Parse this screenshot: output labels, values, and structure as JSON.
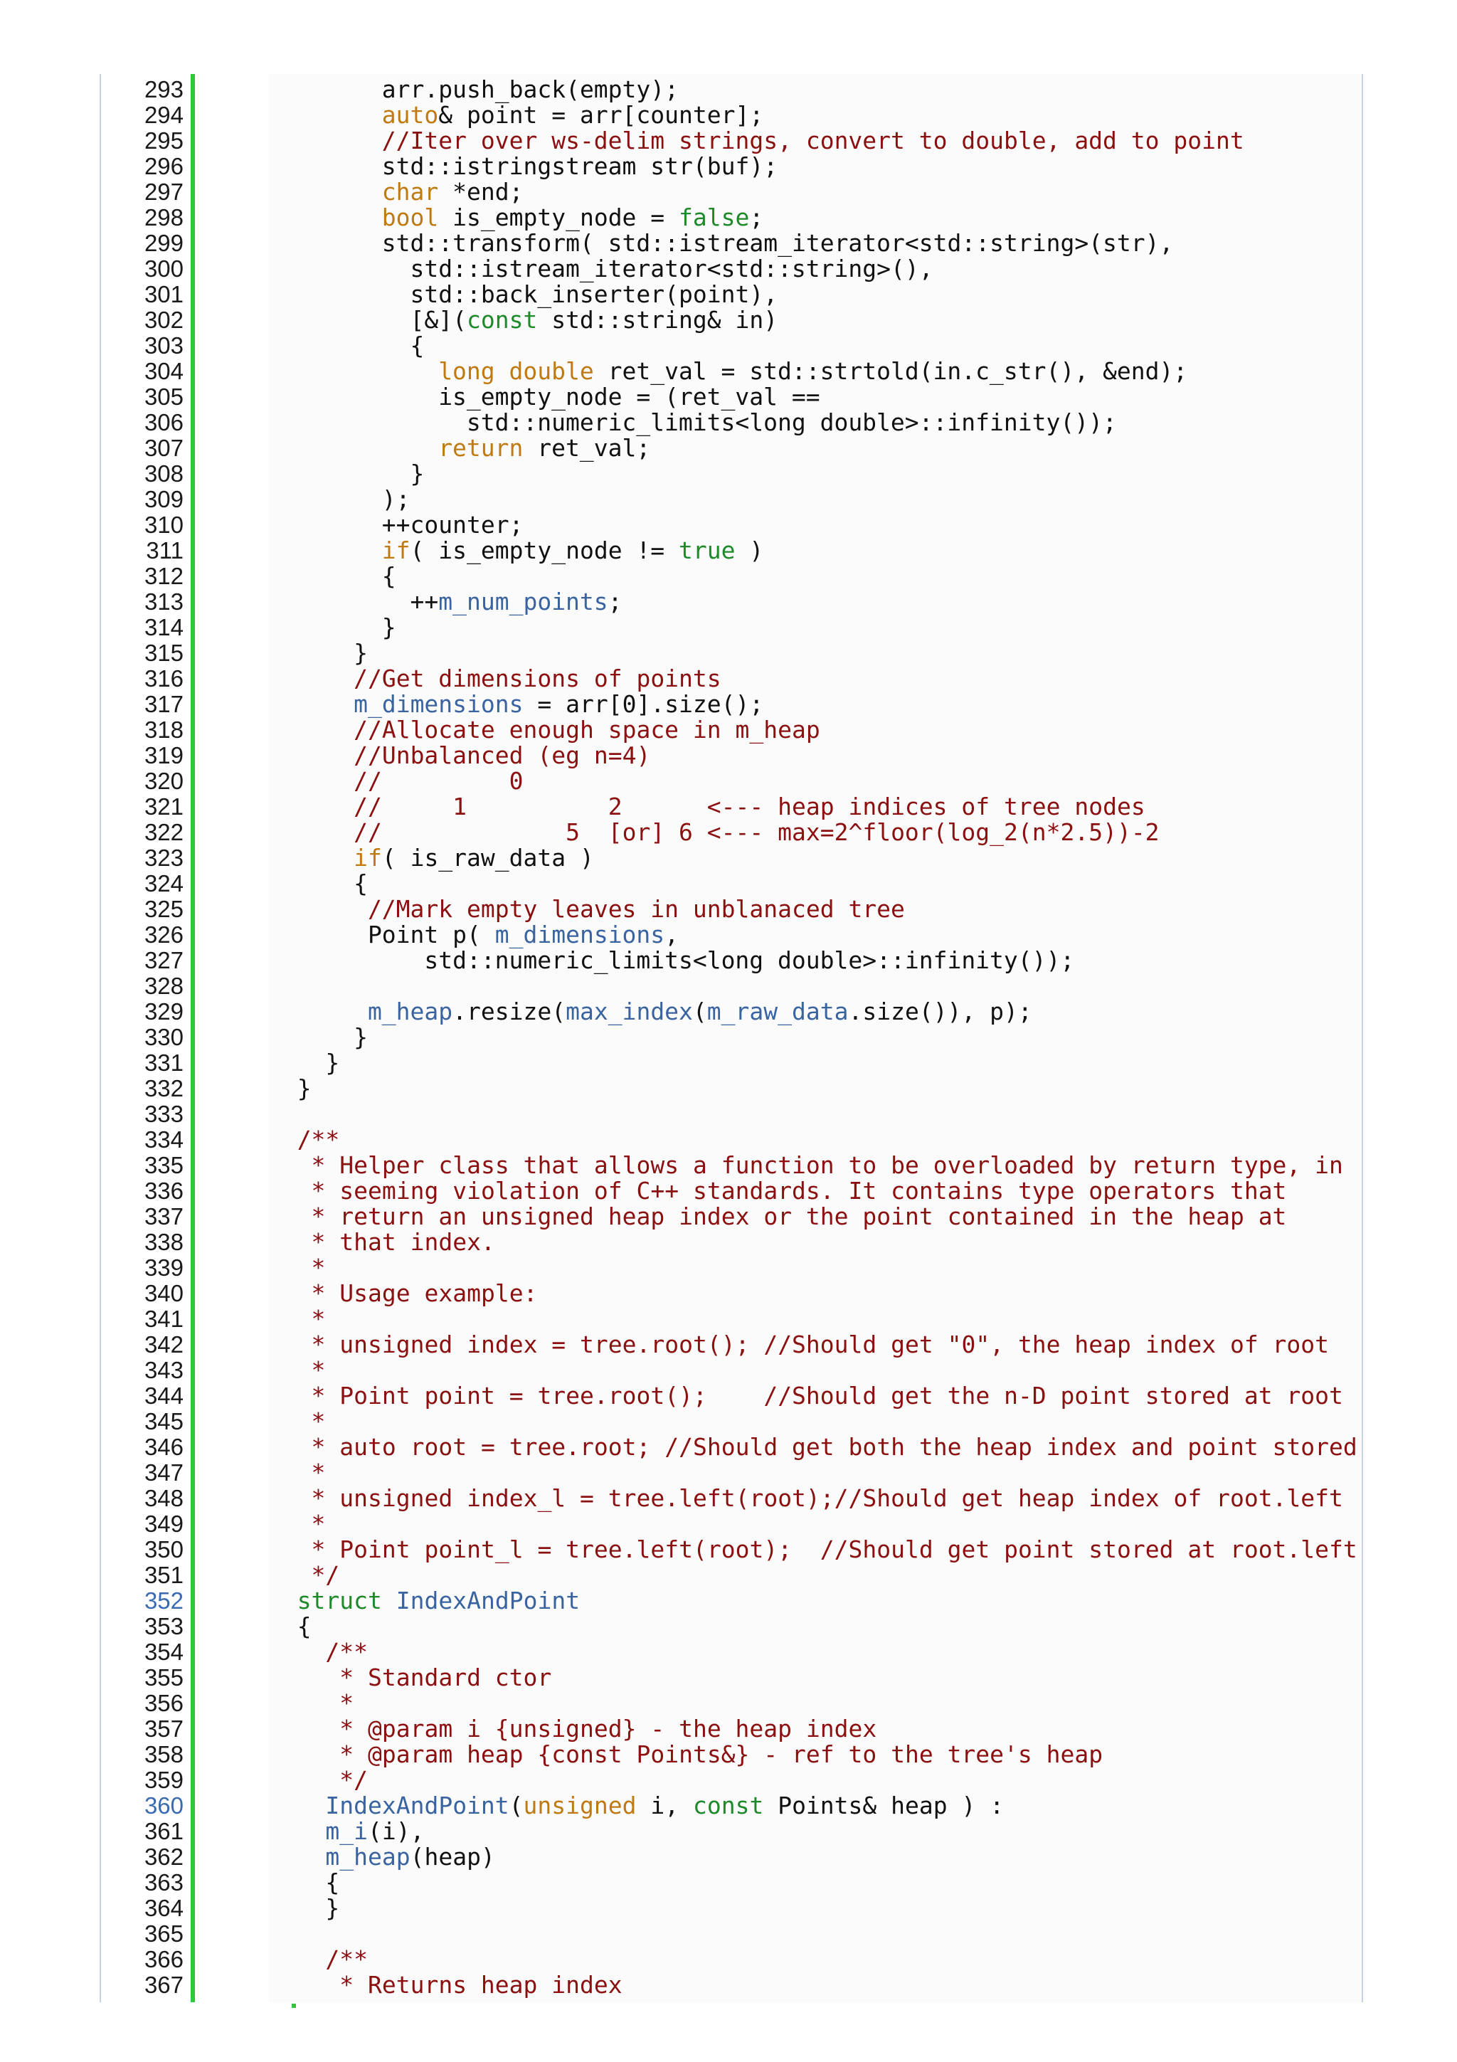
{
  "colors": {
    "keyword": "#c07a12",
    "literal": "#1f8a2a",
    "comment": "#8b1010",
    "member": "#3a64a0",
    "plain": "#111111",
    "gutter_bar": "#2ec83a",
    "highlighted_line_number": "#3a6bb0"
  },
  "lines": [
    {
      "n": "293",
      "indent": 8,
      "tokens": [
        {
          "t": "p",
          "v": "arr.push_back(empty);"
        }
      ]
    },
    {
      "n": "294",
      "indent": 8,
      "tokens": [
        {
          "t": "kw",
          "v": "auto"
        },
        {
          "t": "p",
          "v": "& point = arr[counter];"
        }
      ]
    },
    {
      "n": "295",
      "indent": 8,
      "tokens": [
        {
          "t": "cm",
          "v": "//Iter over ws-delim strings, convert to double, add to point"
        }
      ]
    },
    {
      "n": "296",
      "indent": 8,
      "tokens": [
        {
          "t": "p",
          "v": "std::istringstream str(buf);"
        }
      ]
    },
    {
      "n": "297",
      "indent": 8,
      "tokens": [
        {
          "t": "kw",
          "v": "char"
        },
        {
          "t": "p",
          "v": " *end;"
        }
      ]
    },
    {
      "n": "298",
      "indent": 8,
      "tokens": [
        {
          "t": "kw",
          "v": "bool"
        },
        {
          "t": "p",
          "v": " is_empty_node = "
        },
        {
          "t": "lit",
          "v": "false"
        },
        {
          "t": "p",
          "v": ";"
        }
      ]
    },
    {
      "n": "299",
      "indent": 8,
      "tokens": [
        {
          "t": "p",
          "v": "std::transform( std::istream_iterator<std::string>(str),"
        }
      ]
    },
    {
      "n": "300",
      "indent": 10,
      "tokens": [
        {
          "t": "p",
          "v": "std::istream_iterator<std::string>(),"
        }
      ]
    },
    {
      "n": "301",
      "indent": 10,
      "tokens": [
        {
          "t": "p",
          "v": "std::back_inserter(point),"
        }
      ]
    },
    {
      "n": "302",
      "indent": 10,
      "tokens": [
        {
          "t": "p",
          "v": "[&]("
        },
        {
          "t": "lit",
          "v": "const"
        },
        {
          "t": "p",
          "v": " std::string& in)"
        }
      ]
    },
    {
      "n": "303",
      "indent": 10,
      "tokens": [
        {
          "t": "p",
          "v": "{"
        }
      ]
    },
    {
      "n": "304",
      "indent": 12,
      "tokens": [
        {
          "t": "kw",
          "v": "long double"
        },
        {
          "t": "p",
          "v": " ret_val = std::strtold(in.c_str(), &end);"
        }
      ]
    },
    {
      "n": "305",
      "indent": 12,
      "tokens": [
        {
          "t": "p",
          "v": "is_empty_node = (ret_val =="
        }
      ]
    },
    {
      "n": "306",
      "indent": 14,
      "tokens": [
        {
          "t": "p",
          "v": "std::numeric_limits<long double>::infinity());"
        }
      ]
    },
    {
      "n": "307",
      "indent": 12,
      "tokens": [
        {
          "t": "kw",
          "v": "return"
        },
        {
          "t": "p",
          "v": " ret_val;"
        }
      ]
    },
    {
      "n": "308",
      "indent": 10,
      "tokens": [
        {
          "t": "p",
          "v": "}"
        }
      ]
    },
    {
      "n": "309",
      "indent": 8,
      "tokens": [
        {
          "t": "p",
          "v": ");"
        }
      ]
    },
    {
      "n": "310",
      "indent": 8,
      "tokens": [
        {
          "t": "p",
          "v": "++counter;"
        }
      ]
    },
    {
      "n": "311",
      "indent": 8,
      "tokens": [
        {
          "t": "kw",
          "v": "if"
        },
        {
          "t": "p",
          "v": "( is_empty_node != "
        },
        {
          "t": "lit",
          "v": "true"
        },
        {
          "t": "p",
          "v": " )"
        }
      ]
    },
    {
      "n": "312",
      "indent": 8,
      "tokens": [
        {
          "t": "p",
          "v": "{"
        }
      ]
    },
    {
      "n": "313",
      "indent": 10,
      "tokens": [
        {
          "t": "p",
          "v": "++"
        },
        {
          "t": "mem",
          "v": "m_num_points"
        },
        {
          "t": "p",
          "v": ";"
        }
      ]
    },
    {
      "n": "314",
      "indent": 8,
      "tokens": [
        {
          "t": "p",
          "v": "}"
        }
      ]
    },
    {
      "n": "315",
      "indent": 6,
      "tokens": [
        {
          "t": "p",
          "v": "}"
        }
      ]
    },
    {
      "n": "316",
      "indent": 6,
      "tokens": [
        {
          "t": "cm",
          "v": "//Get dimensions of points"
        }
      ]
    },
    {
      "n": "317",
      "indent": 6,
      "tokens": [
        {
          "t": "mem",
          "v": "m_dimensions"
        },
        {
          "t": "p",
          "v": " = arr[0].size();"
        }
      ]
    },
    {
      "n": "318",
      "indent": 6,
      "tokens": [
        {
          "t": "cm",
          "v": "//Allocate enough space in m_heap"
        }
      ]
    },
    {
      "n": "319",
      "indent": 6,
      "tokens": [
        {
          "t": "cm",
          "v": "//Unbalanced (eg n=4)"
        }
      ]
    },
    {
      "n": "320",
      "indent": 6,
      "tokens": [
        {
          "t": "cm",
          "v": "//         0"
        }
      ]
    },
    {
      "n": "321",
      "indent": 6,
      "tokens": [
        {
          "t": "cm",
          "v": "//     1          2      <--- heap indices of tree nodes"
        }
      ]
    },
    {
      "n": "322",
      "indent": 6,
      "tokens": [
        {
          "t": "cm",
          "v": "//             5  [or] 6 <--- max=2^floor(log_2(n*2.5))-2"
        }
      ]
    },
    {
      "n": "323",
      "indent": 6,
      "tokens": [
        {
          "t": "kw",
          "v": "if"
        },
        {
          "t": "p",
          "v": "( is_raw_data )"
        }
      ]
    },
    {
      "n": "324",
      "indent": 6,
      "tokens": [
        {
          "t": "p",
          "v": "{"
        }
      ]
    },
    {
      "n": "325",
      "indent": 7,
      "tokens": [
        {
          "t": "cm",
          "v": "//Mark empty leaves in unblanaced tree"
        }
      ]
    },
    {
      "n": "326",
      "indent": 7,
      "tokens": [
        {
          "t": "p",
          "v": "Point p( "
        },
        {
          "t": "mem",
          "v": "m_dimensions"
        },
        {
          "t": "p",
          "v": ","
        }
      ]
    },
    {
      "n": "327",
      "indent": 11,
      "tokens": [
        {
          "t": "p",
          "v": "std::numeric_limits<long double>::infinity());"
        }
      ]
    },
    {
      "n": "328",
      "indent": 0,
      "tokens": []
    },
    {
      "n": "329",
      "indent": 7,
      "tokens": [
        {
          "t": "mem",
          "v": "m_heap"
        },
        {
          "t": "p",
          "v": ".resize("
        },
        {
          "t": "mem",
          "v": "max_index"
        },
        {
          "t": "p",
          "v": "("
        },
        {
          "t": "mem",
          "v": "m_raw_data"
        },
        {
          "t": "p",
          "v": ".size()), p);"
        }
      ]
    },
    {
      "n": "330",
      "indent": 6,
      "tokens": [
        {
          "t": "p",
          "v": "}"
        }
      ]
    },
    {
      "n": "331",
      "indent": 4,
      "tokens": [
        {
          "t": "p",
          "v": "}"
        }
      ]
    },
    {
      "n": "332",
      "indent": 2,
      "tokens": [
        {
          "t": "p",
          "v": "}"
        }
      ]
    },
    {
      "n": "333",
      "indent": 0,
      "tokens": []
    },
    {
      "n": "334",
      "indent": 2,
      "tokens": [
        {
          "t": "cm",
          "v": "/**"
        }
      ]
    },
    {
      "n": "335",
      "indent": 2,
      "tokens": [
        {
          "t": "cm",
          "v": " * Helper class that allows a function to be overloaded by return type, in"
        }
      ]
    },
    {
      "n": "336",
      "indent": 2,
      "tokens": [
        {
          "t": "cm",
          "v": " * seeming violation of C++ standards. It contains type operators that"
        }
      ]
    },
    {
      "n": "337",
      "indent": 2,
      "tokens": [
        {
          "t": "cm",
          "v": " * return an unsigned heap index or the point contained in the heap at"
        }
      ]
    },
    {
      "n": "338",
      "indent": 2,
      "tokens": [
        {
          "t": "cm",
          "v": " * that index."
        }
      ]
    },
    {
      "n": "339",
      "indent": 2,
      "tokens": [
        {
          "t": "cm",
          "v": " *"
        }
      ]
    },
    {
      "n": "340",
      "indent": 2,
      "tokens": [
        {
          "t": "cm",
          "v": " * Usage example:"
        }
      ]
    },
    {
      "n": "341",
      "indent": 2,
      "tokens": [
        {
          "t": "cm",
          "v": " *"
        }
      ]
    },
    {
      "n": "342",
      "indent": 2,
      "tokens": [
        {
          "t": "cm",
          "v": " * unsigned index = tree.root(); //Should get \"0\", the heap index of root"
        }
      ]
    },
    {
      "n": "343",
      "indent": 2,
      "tokens": [
        {
          "t": "cm",
          "v": " *"
        }
      ]
    },
    {
      "n": "344",
      "indent": 2,
      "tokens": [
        {
          "t": "cm",
          "v": " * Point point = tree.root();    //Should get the n-D point stored at root"
        }
      ]
    },
    {
      "n": "345",
      "indent": 2,
      "tokens": [
        {
          "t": "cm",
          "v": " *"
        }
      ]
    },
    {
      "n": "346",
      "indent": 2,
      "tokens": [
        {
          "t": "cm",
          "v": " * auto root = tree.root; //Should get both the heap index and point stored"
        }
      ]
    },
    {
      "n": "347",
      "indent": 2,
      "tokens": [
        {
          "t": "cm",
          "v": " *"
        }
      ]
    },
    {
      "n": "348",
      "indent": 2,
      "tokens": [
        {
          "t": "cm",
          "v": " * unsigned index_l = tree.left(root);//Should get heap index of root.left"
        }
      ]
    },
    {
      "n": "349",
      "indent": 2,
      "tokens": [
        {
          "t": "cm",
          "v": " *"
        }
      ]
    },
    {
      "n": "350",
      "indent": 2,
      "tokens": [
        {
          "t": "cm",
          "v": " * Point point_l = tree.left(root);  //Should get point stored at root.left"
        }
      ]
    },
    {
      "n": "351",
      "indent": 2,
      "tokens": [
        {
          "t": "cm",
          "v": " */"
        }
      ]
    },
    {
      "n": "352",
      "indent": 2,
      "hl": true,
      "tokens": [
        {
          "t": "lit",
          "v": "struct"
        },
        {
          "t": "p",
          "v": " "
        },
        {
          "t": "mem",
          "v": "IndexAndPoint"
        }
      ]
    },
    {
      "n": "353",
      "indent": 2,
      "tokens": [
        {
          "t": "p",
          "v": "{"
        }
      ]
    },
    {
      "n": "354",
      "indent": 4,
      "tokens": [
        {
          "t": "cm",
          "v": "/**"
        }
      ]
    },
    {
      "n": "355",
      "indent": 4,
      "tokens": [
        {
          "t": "cm",
          "v": " * Standard ctor"
        }
      ]
    },
    {
      "n": "356",
      "indent": 4,
      "tokens": [
        {
          "t": "cm",
          "v": " *"
        }
      ]
    },
    {
      "n": "357",
      "indent": 4,
      "tokens": [
        {
          "t": "cm",
          "v": " * @param i {unsigned} - the heap index"
        }
      ]
    },
    {
      "n": "358",
      "indent": 4,
      "tokens": [
        {
          "t": "cm",
          "v": " * @param heap {const Points&} - ref to the tree's heap"
        }
      ]
    },
    {
      "n": "359",
      "indent": 4,
      "tokens": [
        {
          "t": "cm",
          "v": " */"
        }
      ]
    },
    {
      "n": "360",
      "indent": 4,
      "hl": true,
      "tokens": [
        {
          "t": "mem",
          "v": "IndexAndPoint"
        },
        {
          "t": "p",
          "v": "("
        },
        {
          "t": "kw",
          "v": "unsigned"
        },
        {
          "t": "p",
          "v": " i, "
        },
        {
          "t": "lit",
          "v": "const"
        },
        {
          "t": "p",
          "v": " Points& heap ) :"
        }
      ]
    },
    {
      "n": "361",
      "indent": 4,
      "tokens": [
        {
          "t": "mem",
          "v": "m_i"
        },
        {
          "t": "p",
          "v": "(i),"
        }
      ]
    },
    {
      "n": "362",
      "indent": 4,
      "tokens": [
        {
          "t": "mem",
          "v": "m_heap"
        },
        {
          "t": "p",
          "v": "(heap)"
        }
      ]
    },
    {
      "n": "363",
      "indent": 4,
      "tokens": [
        {
          "t": "p",
          "v": "{"
        }
      ]
    },
    {
      "n": "364",
      "indent": 4,
      "tokens": [
        {
          "t": "p",
          "v": "}"
        }
      ]
    },
    {
      "n": "365",
      "indent": 0,
      "tokens": []
    },
    {
      "n": "366",
      "indent": 4,
      "tokens": [
        {
          "t": "cm",
          "v": "/**"
        }
      ]
    },
    {
      "n": "367",
      "indent": 4,
      "tokens": [
        {
          "t": "cm",
          "v": " * Returns heap index"
        }
      ]
    }
  ]
}
